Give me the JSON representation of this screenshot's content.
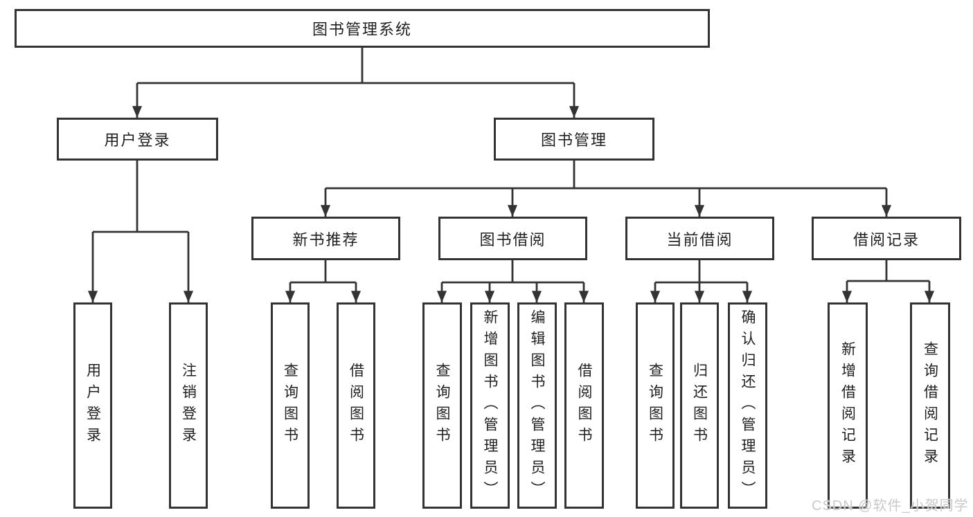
{
  "diagram_title": "图书管理系统",
  "tree": {
    "label": "图书管理系统",
    "children": [
      {
        "label": "用户登录",
        "children": [
          {
            "label": "用户登录"
          },
          {
            "label": "注销登录"
          }
        ]
      },
      {
        "label": "图书管理",
        "children": [
          {
            "label": "新书推荐",
            "children": [
              {
                "label": "查询图书"
              },
              {
                "label": "借阅图书"
              }
            ]
          },
          {
            "label": "图书借阅",
            "children": [
              {
                "label": "查询图书"
              },
              {
                "label": "新增图书（管理员）"
              },
              {
                "label": "编辑图书（管理员）"
              },
              {
                "label": "借阅图书"
              }
            ]
          },
          {
            "label": "当前借阅",
            "children": [
              {
                "label": "查询图书"
              },
              {
                "label": "归还图书"
              },
              {
                "label": "确认归还（管理员）"
              }
            ]
          },
          {
            "label": "借阅记录",
            "children": [
              {
                "label": "新增借阅记录"
              },
              {
                "label": "查询借阅记录"
              }
            ]
          }
        ]
      }
    ]
  },
  "watermark": {
    "text": "CSDN @软件_小贺同学",
    "color": "#c9c9c9"
  },
  "colors": {
    "background": "#ffffff",
    "box_border": "#333333",
    "connector_line": "#333333",
    "text": "#1f1f1f"
  }
}
